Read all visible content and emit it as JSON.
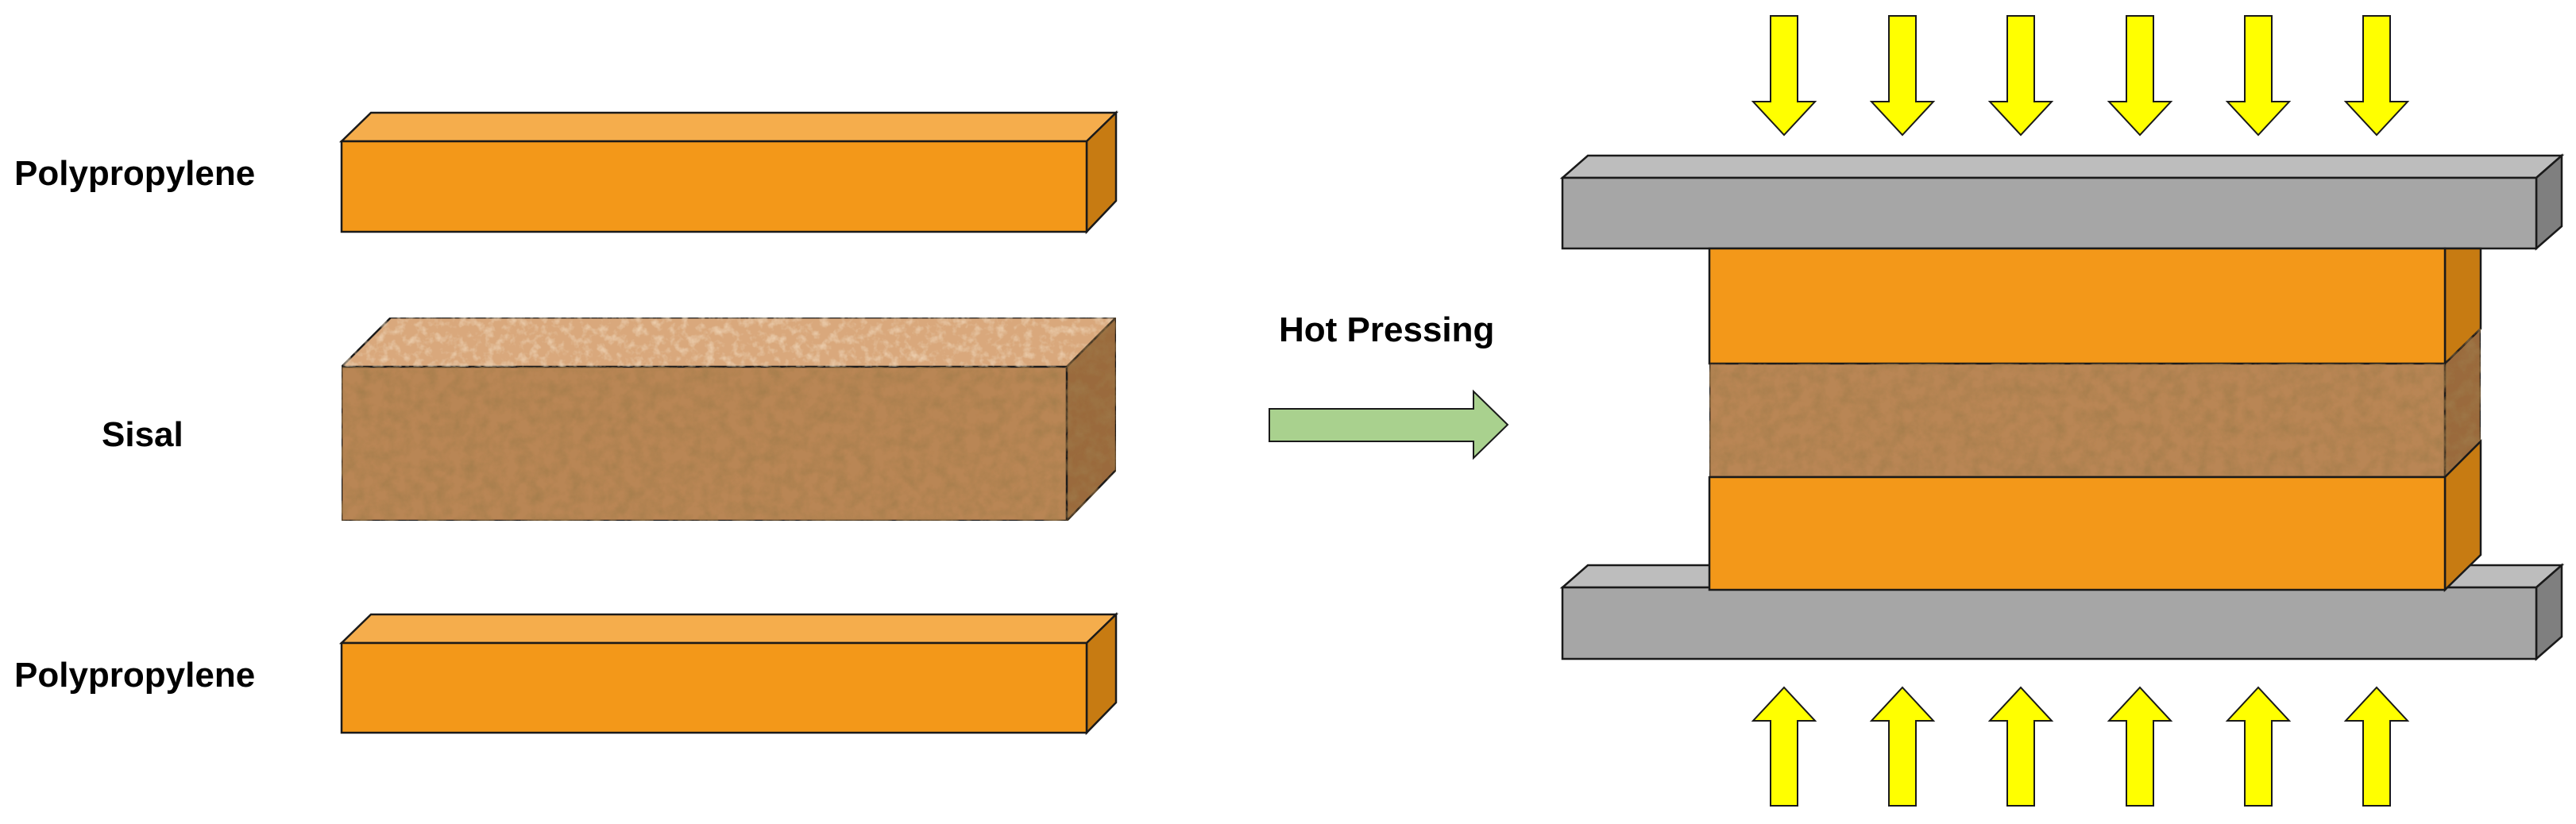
{
  "layers": {
    "top": {
      "label": "Polypropylene",
      "material": "polypropylene"
    },
    "middle": {
      "label": "Sisal",
      "material": "sisal"
    },
    "bottom": {
      "label": "Polypropylene",
      "material": "polypropylene"
    }
  },
  "process": {
    "label": "Hot Pressing",
    "arrow_icon": "right-arrow-icon"
  },
  "press": {
    "top_arrow_count": 6,
    "bottom_arrow_count": 6,
    "top_arrow_icon": "down-arrow-icon",
    "bottom_arrow_icon": "up-arrow-icon"
  },
  "colors": {
    "polypropylene": "#f39819",
    "sisal": "#b07a4c",
    "press_plate": "#a6a6a6",
    "force_arrow": "#ffff00",
    "process_arrow": "#a9d18e"
  }
}
